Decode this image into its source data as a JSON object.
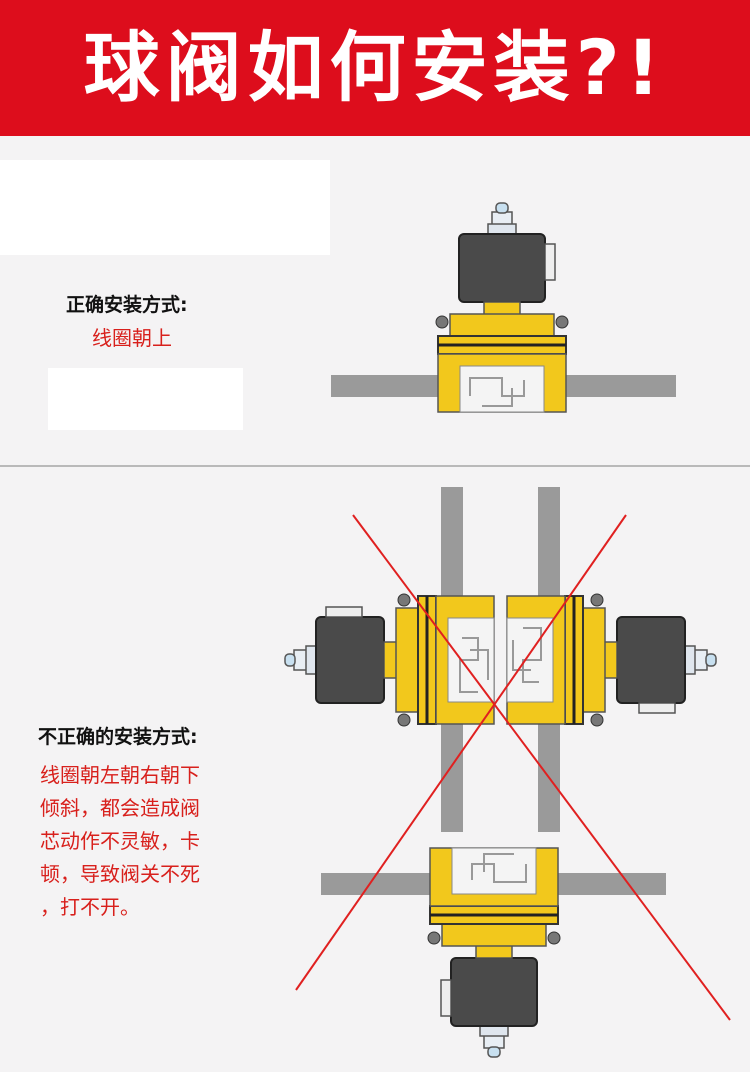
{
  "banner": {
    "title": "球阀如何安装?!"
  },
  "correct": {
    "heading": "正确安装方式:",
    "note": "线圈朝上"
  },
  "incorrect": {
    "heading": "不正确的安装方式:",
    "lines": [
      "线圈朝左朝右朝下",
      "倾斜，都会造成阀",
      "芯动作不灵敏，卡",
      "顿，导致阀关不死",
      "，打不开。"
    ]
  },
  "colors": {
    "banner": "#dd0d1c",
    "valve_body": "#f2c81c",
    "coil": "#4a4a4a",
    "pipe": "#9a9a9a",
    "cross": "#e02020",
    "note_text": "#d8201c"
  }
}
